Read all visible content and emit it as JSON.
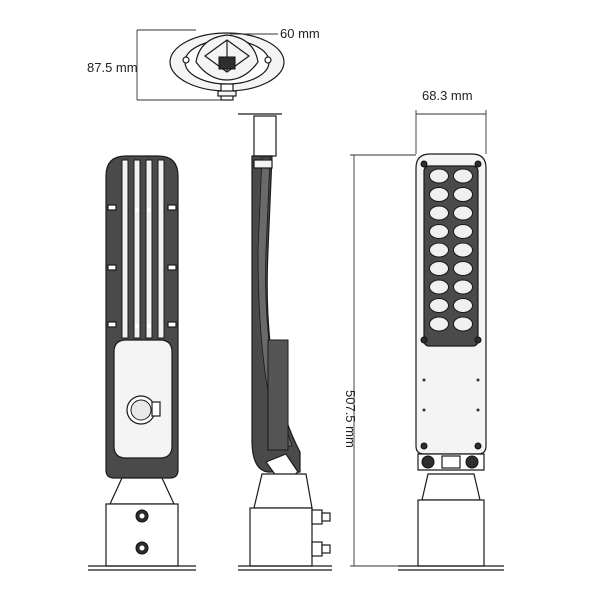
{
  "dimensions": {
    "top_width": "60 mm",
    "top_height": "87.5 mm",
    "front_width": "68.3 mm",
    "front_length": "507.5 mm"
  }
}
